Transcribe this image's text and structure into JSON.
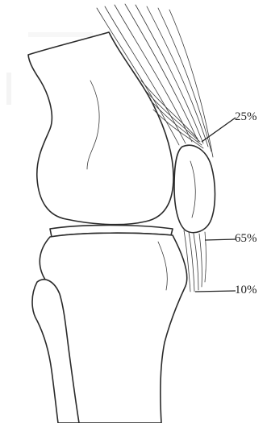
{
  "labels": {
    "upper": "25%",
    "middle": "65%",
    "lower": "10%"
  }
}
